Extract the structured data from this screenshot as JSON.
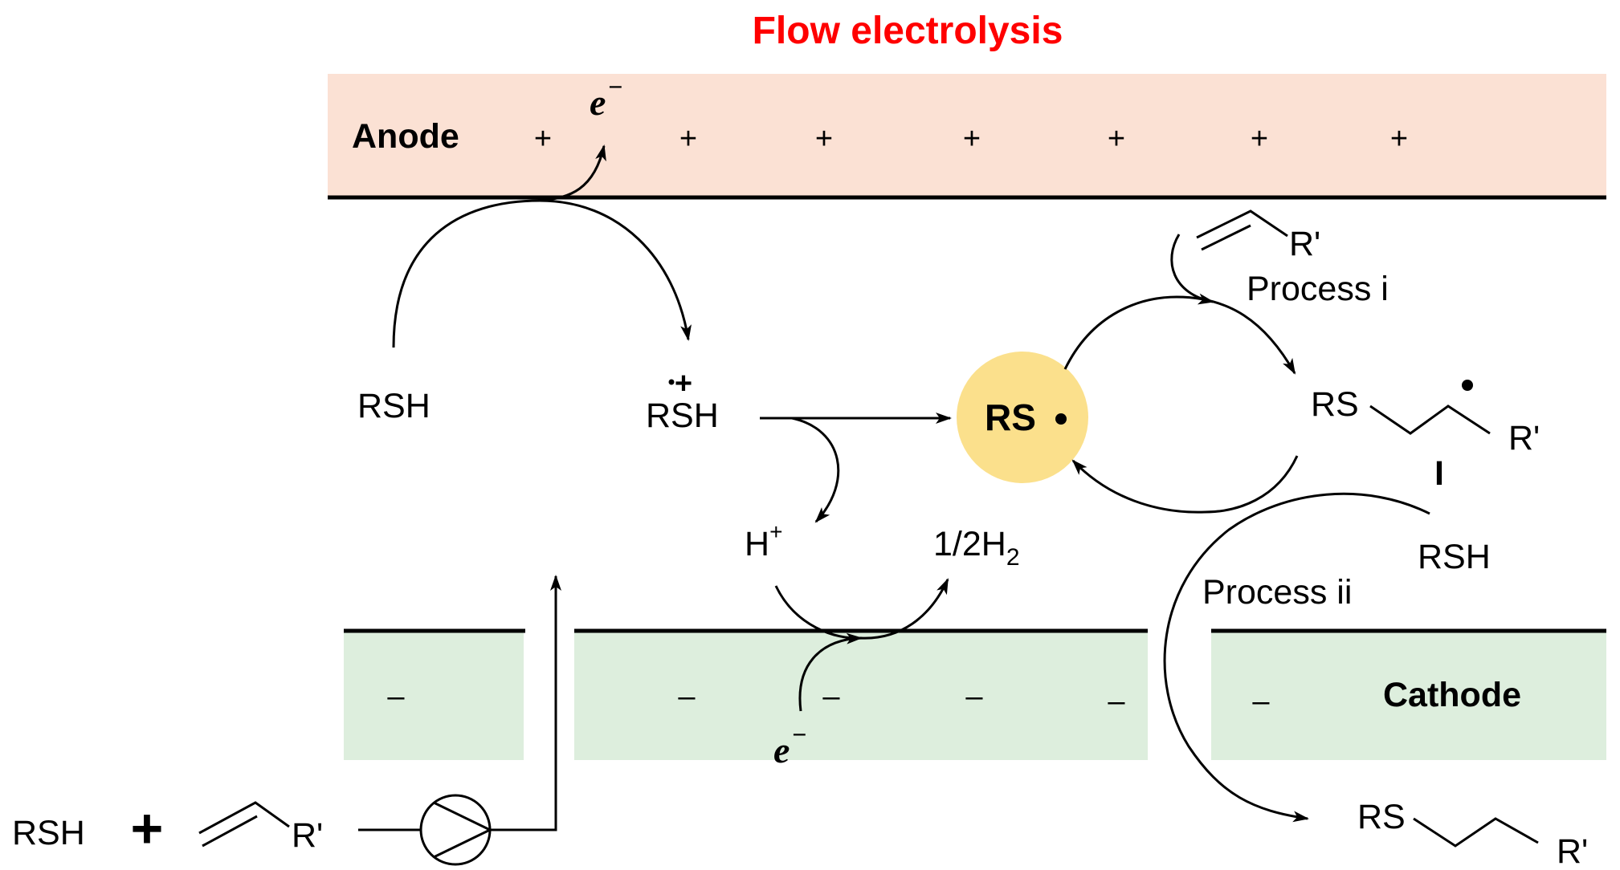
{
  "title": "Flow electrolysis",
  "anode": {
    "label": "Anode",
    "signs": [
      "+",
      "+",
      "+",
      "+",
      "+",
      "+",
      "+"
    ],
    "electron": "e",
    "electron_sup": "−"
  },
  "cathode": {
    "label": "Cathode",
    "signs": [
      "–",
      "–",
      "–",
      "–",
      "–",
      "–"
    ],
    "electron": "e",
    "electron_sup": "−"
  },
  "species": {
    "rsh_start": "RSH",
    "radical_cation": "RSH",
    "radical_cation_charge": "+",
    "thiyl_radical": "RS",
    "h_plus": "H",
    "h_plus_charge": "+",
    "hydrogen_prefix": "1/2H",
    "hydrogen_sub": "2",
    "rsh_process_ii": "RSH",
    "intermediate_rs": "RS",
    "intermediate_r": "R'",
    "intermediate_label": "I",
    "alkene_r_top": "R'",
    "product_rs": "RS",
    "product_r": "R'"
  },
  "processes": {
    "process_i": "Process i",
    "process_ii": "Process ii"
  },
  "feed": {
    "rsh": "RSH",
    "plus": "+",
    "alkene_r": "R'"
  },
  "colors": {
    "anode_fill": "#fbe1d4",
    "cathode_fill": "#ddeedd",
    "rs_radical_fill": "#fbe08c",
    "title_color": "#ff0000"
  }
}
